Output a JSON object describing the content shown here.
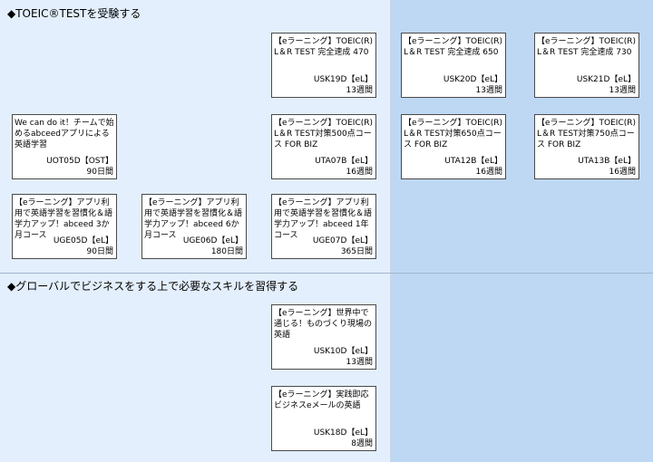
{
  "sections": [
    {
      "heading": "◆TOEIC®TESTを受験する"
    },
    {
      "heading": "◆グローバルでビジネスをする上で必要なスキルを習得する"
    }
  ],
  "courses": [
    {
      "title": "【eラーニング】TOEIC(R) L＆R TEST 完全速成 470",
      "code": "USK19D【eL】",
      "duration": "13週間"
    },
    {
      "title": "【eラーニング】TOEIC(R) L＆R TEST 完全速成 650",
      "code": "USK20D【eL】",
      "duration": "13週間"
    },
    {
      "title": "【eラーニング】TOEIC(R) L＆R TEST 完全速成 730",
      "code": "USK21D【eL】",
      "duration": "13週間"
    },
    {
      "title": "We can do it！チームで始めるabceedアプリによる英語学習",
      "code": "UOT05D【OST】",
      "duration": "90日間"
    },
    {
      "title": "【eラーニング】TOEIC(R) L＆R TEST対策500点コース FOR BIZ",
      "code": "UTA07B【eL】",
      "duration": "16週間"
    },
    {
      "title": "【eラーニング】TOEIC(R) L＆R TEST対策650点コース FOR BIZ",
      "code": "UTA12B【eL】",
      "duration": "16週間"
    },
    {
      "title": "【eラーニング】TOEIC(R) L＆R TEST対策750点コース FOR BIZ",
      "code": "UTA13B【eL】",
      "duration": "16週間"
    },
    {
      "title": "【eラーニング】アプリ利用で英語学習を習慣化＆語学力アップ！abceed 3か月コース",
      "code": "UGE05D【eL】",
      "duration": "90日間"
    },
    {
      "title": "【eラーニング】アプリ利用で英語学習を習慣化＆語学力アップ！abceed 6か月コース",
      "code": "UGE06D【eL】",
      "duration": "180日間"
    },
    {
      "title": "【eラーニング】アプリ利用で英語学習を習慣化＆語学力アップ！abceed 1年コース",
      "code": "UGE07D【eL】",
      "duration": "365日間"
    },
    {
      "title": "【eラーニング】世界中で通じる！ものづくり現場の英語",
      "code": "USK10D【eL】",
      "duration": "13週間"
    },
    {
      "title": "【eラーニング】実践即応 ビジネスeメールの英語",
      "code": "USK18D【eL】",
      "duration": "8週間"
    }
  ]
}
